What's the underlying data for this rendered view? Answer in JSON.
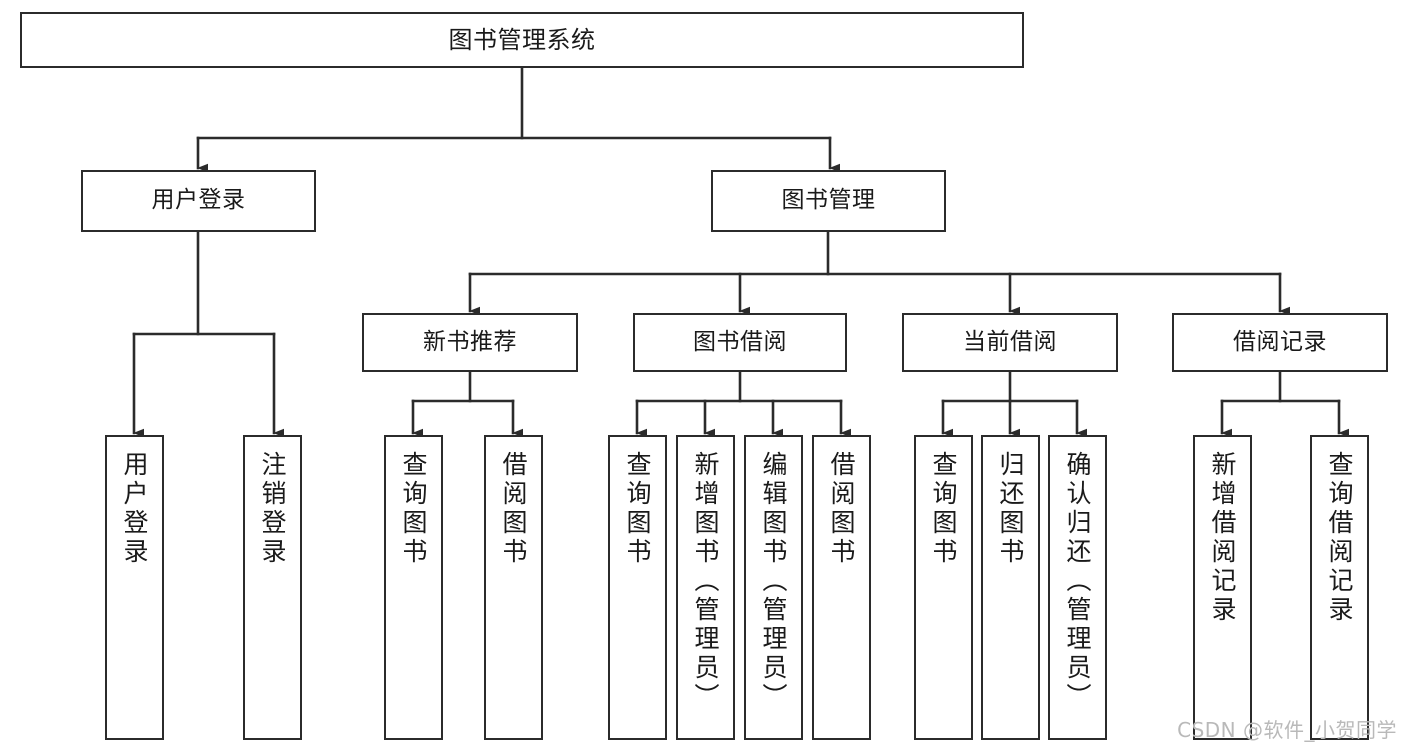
{
  "diagram": {
    "type": "tree-hierarchy",
    "title": "图书管理系统",
    "watermark": "CSDN @软件_小贺同学",
    "colors": {
      "box_border": "#2b2b2b",
      "box_fill": "#ffffff",
      "edge": "#2b2b2b",
      "text": "#1a1a1a",
      "watermark": "#b9b9b9",
      "background": "#ffffff"
    },
    "nodes": {
      "root": {
        "label": "图书管理系统",
        "level": 1
      },
      "l2": [
        {
          "id": "user-login",
          "label": "用户登录"
        },
        {
          "id": "book-manage",
          "label": "图书管理"
        }
      ],
      "l3": [
        {
          "id": "new-book-rec",
          "label": "新书推荐"
        },
        {
          "id": "book-borrow",
          "label": "图书借阅"
        },
        {
          "id": "current-borrow",
          "label": "当前借阅"
        },
        {
          "id": "borrow-record",
          "label": "借阅记录"
        }
      ],
      "l4": [
        {
          "id": "leaf-user-login",
          "label": "用户登录",
          "parent": "user-login"
        },
        {
          "id": "leaf-logout-login",
          "label": "注销登录",
          "parent": "user-login"
        },
        {
          "id": "leaf-query-book-1",
          "label": "查询图书",
          "parent": "new-book-rec"
        },
        {
          "id": "leaf-borrow-book-1",
          "label": "借阅图书",
          "parent": "new-book-rec"
        },
        {
          "id": "leaf-query-book-2",
          "label": "查询图书",
          "parent": "book-borrow"
        },
        {
          "id": "leaf-add-book",
          "label": "新增图书（管理员）",
          "parent": "book-borrow"
        },
        {
          "id": "leaf-edit-book",
          "label": "编辑图书（管理员）",
          "parent": "book-borrow"
        },
        {
          "id": "leaf-borrow-book-2",
          "label": "借阅图书",
          "parent": "book-borrow"
        },
        {
          "id": "leaf-query-book-3",
          "label": "查询图书",
          "parent": "current-borrow"
        },
        {
          "id": "leaf-return-book",
          "label": "归还图书",
          "parent": "current-borrow"
        },
        {
          "id": "leaf-confirm-return",
          "label": "确认归还（管理员）",
          "parent": "current-borrow"
        },
        {
          "id": "leaf-add-record",
          "label": "新增借阅记录",
          "parent": "borrow-record"
        },
        {
          "id": "leaf-query-record",
          "label": "查询借阅记录",
          "parent": "borrow-record"
        }
      ]
    }
  }
}
